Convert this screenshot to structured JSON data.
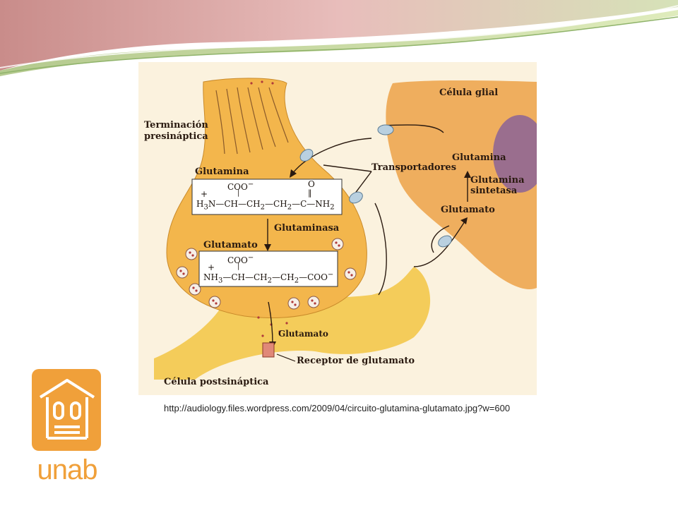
{
  "figure": {
    "labels": {
      "presynaptic": [
        "Terminación",
        "presináptica"
      ],
      "glial_cell": "Célula glial",
      "glutamine_top": "Glutamina",
      "transporters": "Transportadores",
      "glial_glutamine": "Glutamina",
      "glutamine_synthetase": [
        "Glutamina",
        "sintetasa"
      ],
      "glial_glutamate": "Glutamato",
      "glutaminase": "Glutaminasa",
      "glutamate_mid": "Glutamato",
      "glutamate_cleft": "Glutamato",
      "receptor": "Receptor de glutamato",
      "postsynaptic": "Célula postsináptica"
    },
    "glutamine_formula": {
      "coo": "COO",
      "charge": "−",
      "o": "O",
      "plus": "+",
      "left": "H",
      "n3": "3",
      "n": "N",
      "ch": "CH",
      "ch2a": "CH",
      "ch2b": "CH",
      "sub2": "2",
      "c": "C",
      "nh2": "NH",
      "bond": "—",
      "vbar": "|",
      "dbl": "‖"
    },
    "glutamate_formula": {
      "coo": "COO",
      "charge": "−",
      "plus": "+",
      "nh3": "NH",
      "sub3": "3",
      "ch": "CH",
      "ch2a": "CH",
      "ch2b": "CH",
      "sub2": "2",
      "coo_end": "COO",
      "bond": "—",
      "vbar": "|"
    }
  },
  "source_url": "http://audiology.files.wordpress.com/2009/04/circuito-glutamina-glutamato.jpg?w=600",
  "logo": {
    "text": "unab",
    "color": "#f0a03a"
  },
  "colors": {
    "accent_orange": "#f0a03a",
    "cell_fill": "#f2b850",
    "glial_fill": "#f0b060",
    "nucleus": "#9a6e8e"
  }
}
